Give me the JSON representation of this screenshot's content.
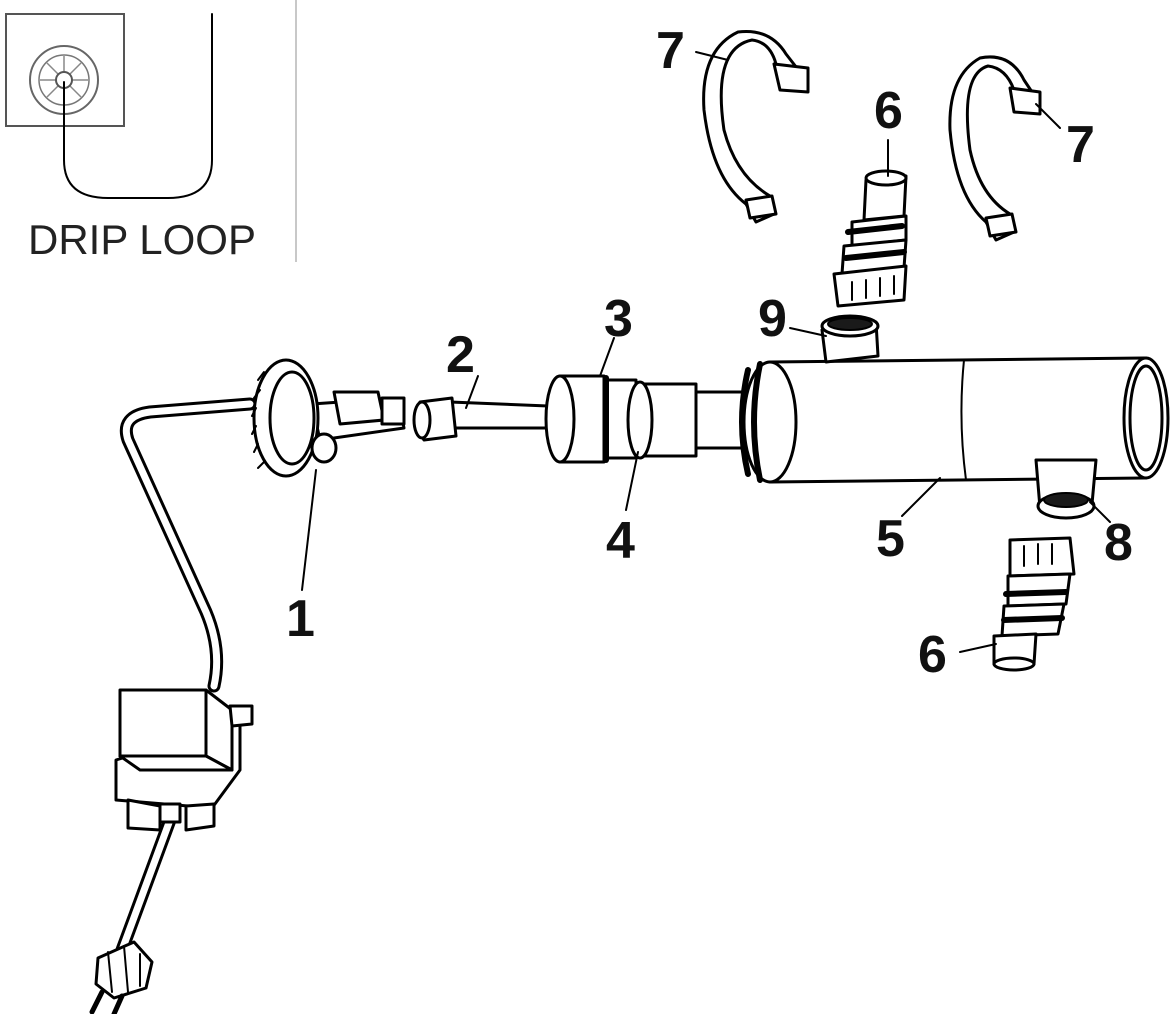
{
  "inset": {
    "caption": "DRIP LOOP",
    "outlet_icon": "wall-outlet-icon"
  },
  "callouts": [
    {
      "id": "cord-nut",
      "number": "1"
    },
    {
      "id": "uv-lamp",
      "number": "2"
    },
    {
      "id": "end-cap-ring",
      "number": "3"
    },
    {
      "id": "o-ring",
      "number": "4"
    },
    {
      "id": "housing",
      "number": "5"
    },
    {
      "id": "hose-tail-top",
      "number": "6"
    },
    {
      "id": "hose-tail-bottom",
      "number": "6"
    },
    {
      "id": "mounting-clip-left",
      "number": "7"
    },
    {
      "id": "mounting-clip-right",
      "number": "7"
    },
    {
      "id": "outlet-seal",
      "number": "8"
    },
    {
      "id": "inlet-seal",
      "number": "9"
    }
  ]
}
